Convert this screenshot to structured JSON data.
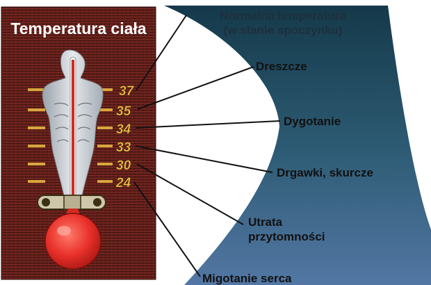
{
  "panel": {
    "title": "Temperatura ciała"
  },
  "scale": {
    "marks": [
      {
        "label": "37"
      },
      {
        "label": "35"
      },
      {
        "label": "34"
      },
      {
        "label": "33"
      },
      {
        "label": "30"
      },
      {
        "label": "24"
      }
    ]
  },
  "stages": {
    "normal": {
      "line1": "Normalna temperatura",
      "line2": "(w stanie spoczynku)"
    },
    "chills": "Dreszcze",
    "shivering": "Dygotanie",
    "convulsions": "Drgawki, skurcze",
    "unconscious": {
      "line1": "Utrata",
      "line2": "przytomności"
    },
    "fibrillation": "Migotanie serca"
  },
  "colors": {
    "panel_background": "#5e1f1b",
    "thermometer_bulb": "#e8302a",
    "scale_gold": "#d9a63c",
    "band_top": "#15394a",
    "band_bottom": "#4d6f9c"
  }
}
